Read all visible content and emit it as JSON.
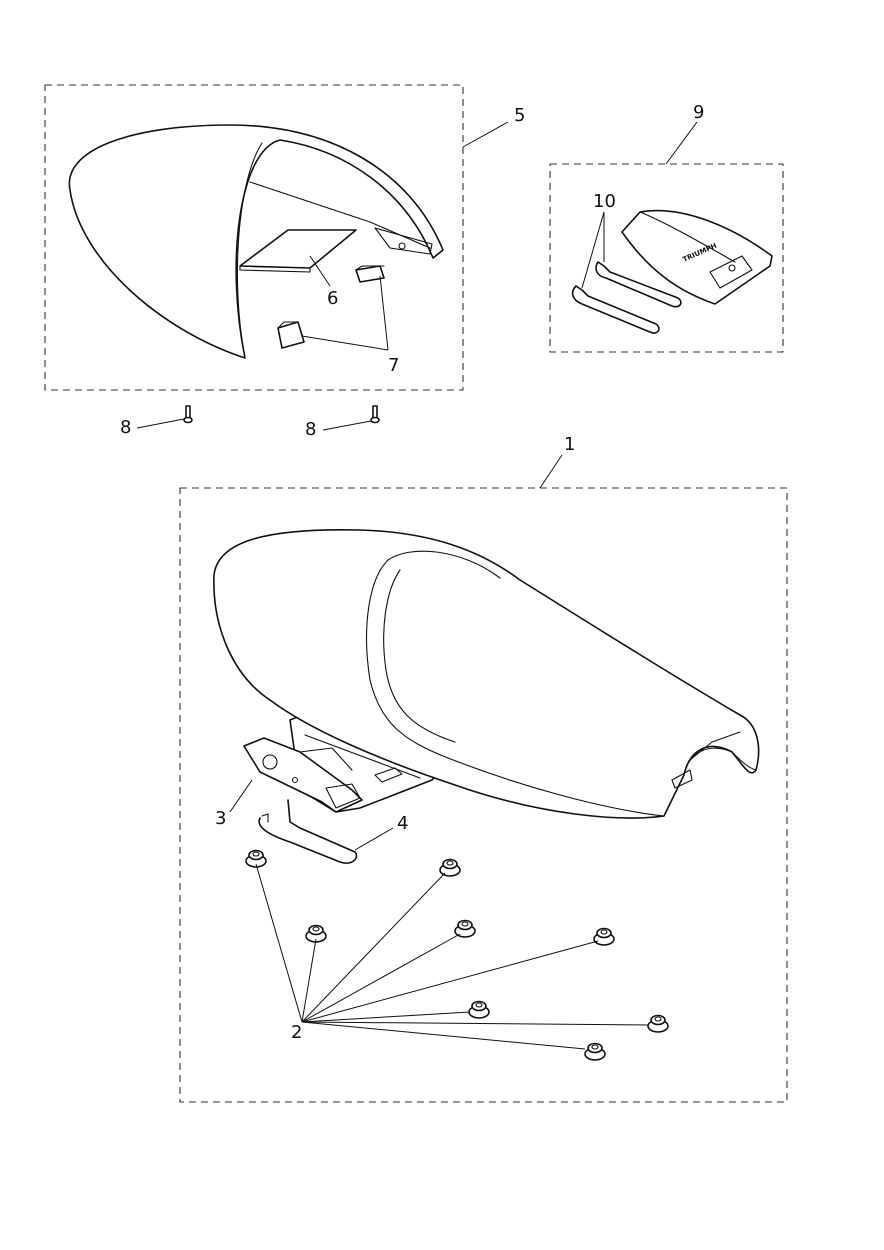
{
  "callouts": {
    "c1": "1",
    "c2": "2",
    "c3": "3",
    "c4": "4",
    "c5": "5",
    "c6": "6",
    "c7": "7",
    "c8a": "8",
    "c8b": "8",
    "c9": "9",
    "c10": "10"
  },
  "kit_logo_text": "TRIUMPH",
  "colors": {
    "line": "#111111",
    "background": "#ffffff"
  }
}
